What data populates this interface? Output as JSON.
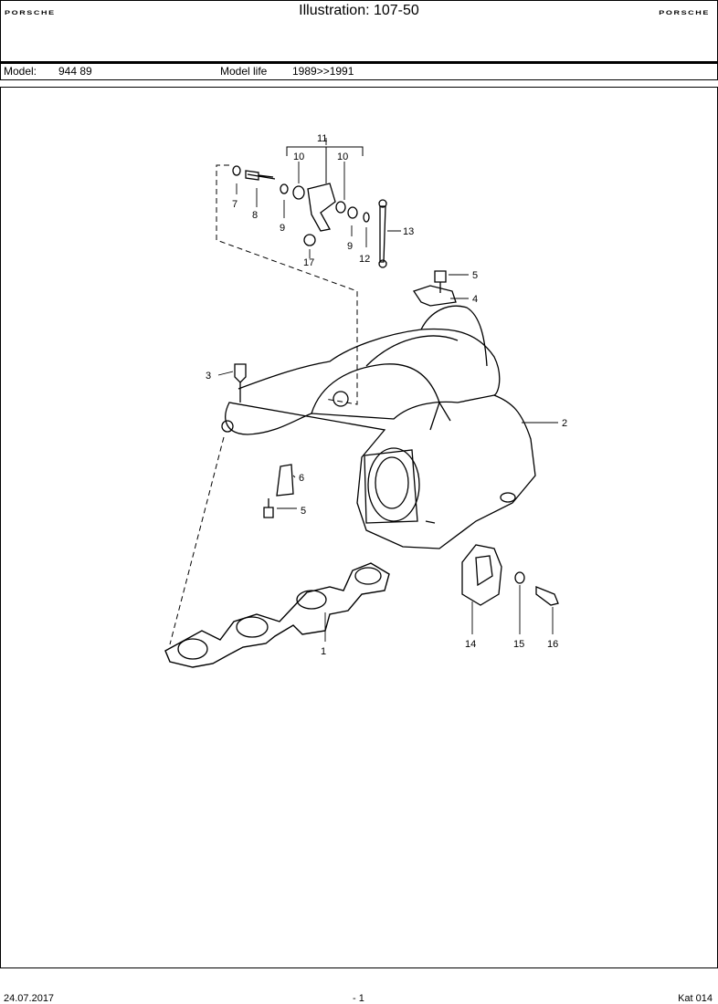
{
  "header": {
    "logo_left": "PORSCHE",
    "title": "Illustration: 107-50",
    "logo_right": "PORSCHE"
  },
  "model_bar": {
    "model_label": "Model:",
    "model_value": "944 89",
    "life_label": "Model life",
    "life_value": "1989>>1991"
  },
  "callouts": [
    "1",
    "2",
    "3",
    "4",
    "5",
    "5",
    "6",
    "7",
    "8",
    "9",
    "9",
    "10",
    "10",
    "11",
    "12",
    "13",
    "14",
    "15",
    "16",
    "17"
  ],
  "footer": {
    "date": "24.07.2017",
    "page": "- 1",
    "catalog": "Kat 014"
  }
}
